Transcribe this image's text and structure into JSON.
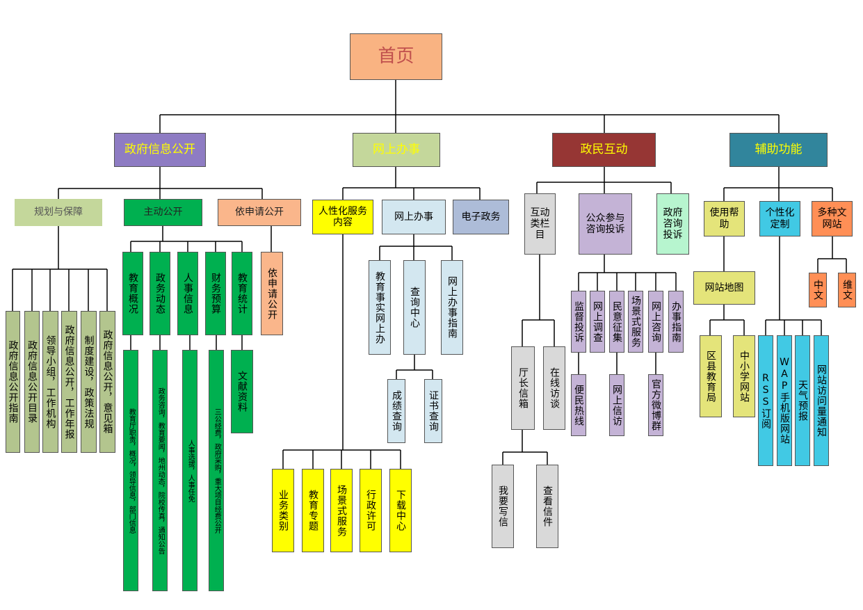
{
  "colors": {
    "orange": "#f9b382",
    "purple": "#8e7cc3",
    "lightgreen": "#c4d79b",
    "darkred": "#963634",
    "teal": "#31859c",
    "sage": "#b3c58e",
    "green": "#00b050",
    "peach": "#fab68b",
    "yellow": "#ffff00",
    "paleblue": "#d3e7f0",
    "slateblue": "#adbcd8",
    "grey": "#d9d9d9",
    "lavender": "#c4b3d6",
    "mint": "#b7f5cf",
    "khaki": "#e4e47a",
    "cyan": "#41c9e4",
    "coral": "#ff8f56",
    "line": "#000000"
  },
  "nodes": {
    "root": "首页",
    "info": "政府信息公开",
    "online": "网上办事",
    "interact": "政民互动",
    "aux": "辅助功能",
    "plan": "规划与保障",
    "active": "主动公开",
    "apply": "依申请公开",
    "plan_1": "政府信息公开指南",
    "plan_2": "政府信息公开目录",
    "plan_3": "领导小组，工作机构",
    "plan_4": "政府信息公开，工作年报",
    "plan_5": "制度建设，政策法规",
    "plan_6": "政府信息公开，意见箱",
    "act_1": "教育概况",
    "act_2": "政务动态",
    "act_3": "人事信息",
    "act_4": "财务预算",
    "act_5": "教育统计",
    "act_1_sub": "教育厅职责，概况，领导信息，部门信息",
    "act_2_sub": "政务咨询，教育要闻，地州动态，院校传真，通知公告",
    "act_3_sub": "人事选拔，人事任免",
    "act_4_sub": "三公经费，政府采购，重大项目经费公开",
    "act_5_sub": "文献资料",
    "apply_1": "依申请公开",
    "personal": "人性化服务内容",
    "online_sub": "网上办事",
    "egov": "电子政务",
    "pers_1": "业务类别",
    "pers_2": "教育专题",
    "pers_3": "场景式服务",
    "pers_4": "行政许可",
    "pers_5": "下载中心",
    "ol_1": "教育事实网上办",
    "ol_2": "查询中心",
    "ol_3": "网上办事指南",
    "q_1": "成绩查询",
    "q_2": "证书查询",
    "column": "互动类栏目",
    "public": "公众参与咨询投诉",
    "consult": "政府咨询投诉",
    "col_1": "厅长信箱",
    "col_2": "在线访谈",
    "mail_1": "我要写信",
    "mail_2": "查看信件",
    "pub_1": "监督投诉",
    "pub_2": "网上调查",
    "pub_3": "民意征集",
    "pub_4": "场景式服务",
    "pub_5": "网上咨询",
    "pub_6": "办事指南",
    "pub_1_sub": "便民热线",
    "pub_3_sub": "网上信访",
    "pub_5_sub": "官方微博群",
    "help": "使用帮助",
    "custom": "个性化定制",
    "multi": "多种文网站",
    "sitemap": "网站地图",
    "map_1": "区县教育局",
    "map_2": "中小学网站",
    "cus_1": "RSS订阅",
    "cus_2": "WAP手机版网站",
    "cus_3": "天气预报",
    "cus_4": "网站访问量通知",
    "lang_1": "中文",
    "lang_2": "维文"
  }
}
